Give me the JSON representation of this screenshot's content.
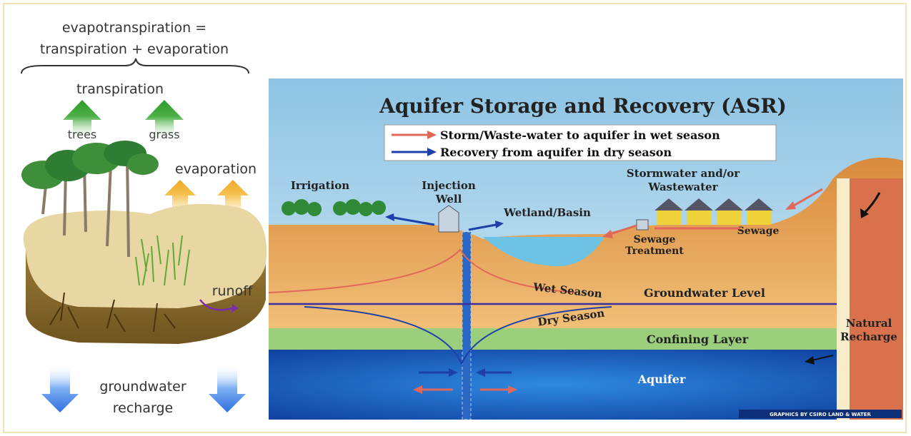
{
  "left_diagram": {
    "heading_line1": "evapotranspiration =",
    "heading_line2": "transpiration + evaporation",
    "transpiration": "transpiration",
    "trees": "trees",
    "grass": "grass",
    "evaporation": "evaporation",
    "runoff": "runoff",
    "recharge_line1": "groundwater",
    "recharge_line2": "recharge",
    "colors": {
      "green_arrow": "#3aa335",
      "yellow_arrow": "#f3b534",
      "blue_arrow": "#2f6fe0",
      "soil": "#8a6a2c",
      "topsoil": "#e9d7a3"
    }
  },
  "asr_diagram": {
    "title": "Aquifer Storage and Recovery (ASR)",
    "legend": [
      {
        "label": "Storm/Waste-water to aquifer in wet season",
        "color": "#e0685a"
      },
      {
        "label": "Recovery from aquifer in dry season",
        "color": "#1f3fa8"
      }
    ],
    "labels": {
      "irrigation": "Irrigation",
      "injection_well_line1": "Injection",
      "injection_well_line2": "Well",
      "wetland": "Wetland/Basin",
      "stormwater_line1": "Stormwater and/or",
      "stormwater_line2": "Wastewater",
      "sewage": "Sewage",
      "sewage_treatment_line1": "Sewage",
      "sewage_treatment_line2": "Treatment",
      "wet_season": "Wet Season",
      "dry_season": "Dry Season",
      "groundwater_level": "Groundwater Level",
      "confining_layer": "Confining Layer",
      "natural_recharge_line1": "Natural",
      "natural_recharge_line2": "Recharge",
      "aquifer": "Aquifer",
      "credit": "GRAPHICS BY CSIRO LAND & WATER"
    },
    "colors": {
      "sky": "#a9d2ea",
      "soil": "#e8a55a",
      "confining": "#9bcf7c",
      "aquifer": "#1a5fc0",
      "water": "#6cc3e4"
    }
  }
}
